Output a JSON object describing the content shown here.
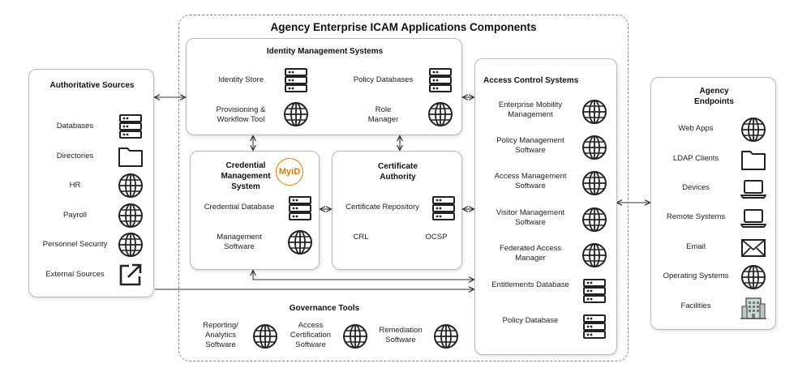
{
  "diagram_title": "Agency Enterprise ICAM Applications Components",
  "authoritative_sources": {
    "title": "Authoritative Sources",
    "items": [
      "Databases",
      "Directories",
      "HR",
      "Payroll",
      "Personnel Security",
      "External Sources"
    ]
  },
  "identity_management": {
    "title": "Identity Management Systems",
    "identity_store": "Identity Store",
    "provisioning": "Provisioning &\nWorkflow Tool",
    "policy_databases": "Policy Databases",
    "role_manager": "Role\nManager"
  },
  "credential_management": {
    "title": "Credential\nManagement\nSystem",
    "logo": "MyiD",
    "credential_database": "Credential Database",
    "management_software": "Management\nSoftware"
  },
  "certificate_authority": {
    "title": "Certificate\nAuthority",
    "repository": "Certificate Repository",
    "crl": "CRL",
    "ocsp": "OCSP"
  },
  "governance_tools": {
    "title": "Governance Tools",
    "reporting": "Reporting/\nAnalytics\nSoftware",
    "access_certification": "Access\nCertification\nSoftware",
    "remediation": "Remediation\nSoftware"
  },
  "access_control": {
    "title": "Access Control Systems",
    "items": [
      "Enterprise Mobility\nManagement",
      "Policy Management\nSoftware",
      "Access Management\nSoftware",
      "Visitor Management\nSoftware",
      "Federated Access\nManager",
      "Entitlements Database",
      "Policy Database"
    ]
  },
  "agency_endpoints": {
    "title": "Agency\nEndpoints",
    "items": [
      "Web Apps",
      "LDAP Clients",
      "Devices",
      "Remote Systems",
      "Email",
      "Operating Systems",
      "Facilities"
    ]
  },
  "icons": [
    "server-icon",
    "folder-icon",
    "globe-icon",
    "external-link-icon",
    "laptop-icon",
    "envelope-icon",
    "building-icon"
  ]
}
